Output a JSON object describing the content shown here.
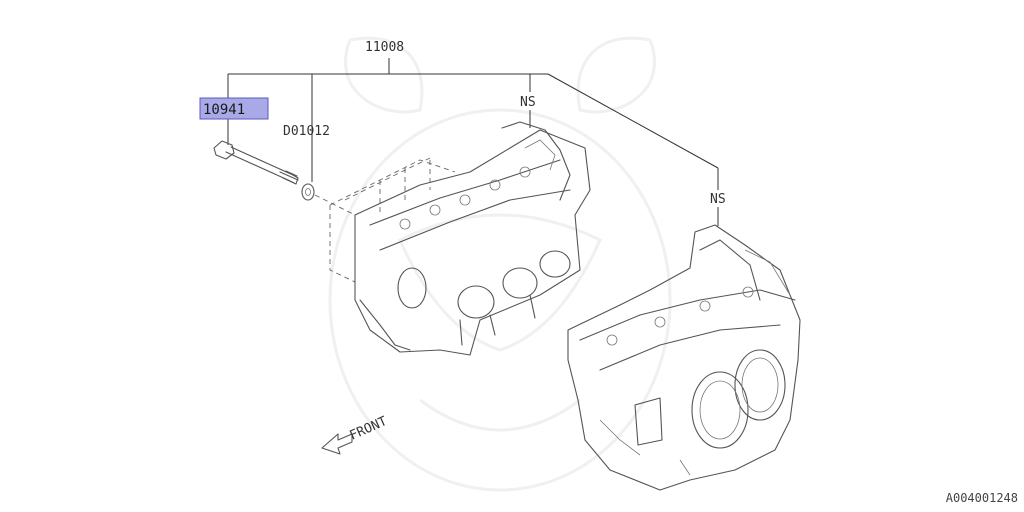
{
  "parts": {
    "assembly": "11008",
    "bolt": "10941",
    "washer": "D01012",
    "ns_upper": "NS",
    "ns_lower": "NS"
  },
  "front_label": "FRONT",
  "diagram_id": "A004001248",
  "colors": {
    "highlight_fill": "#a9a9e8",
    "highlight_border": "#5a5ac0",
    "line": "#555555"
  },
  "icons": {
    "front_arrow": "arrow-left-outline-icon"
  }
}
